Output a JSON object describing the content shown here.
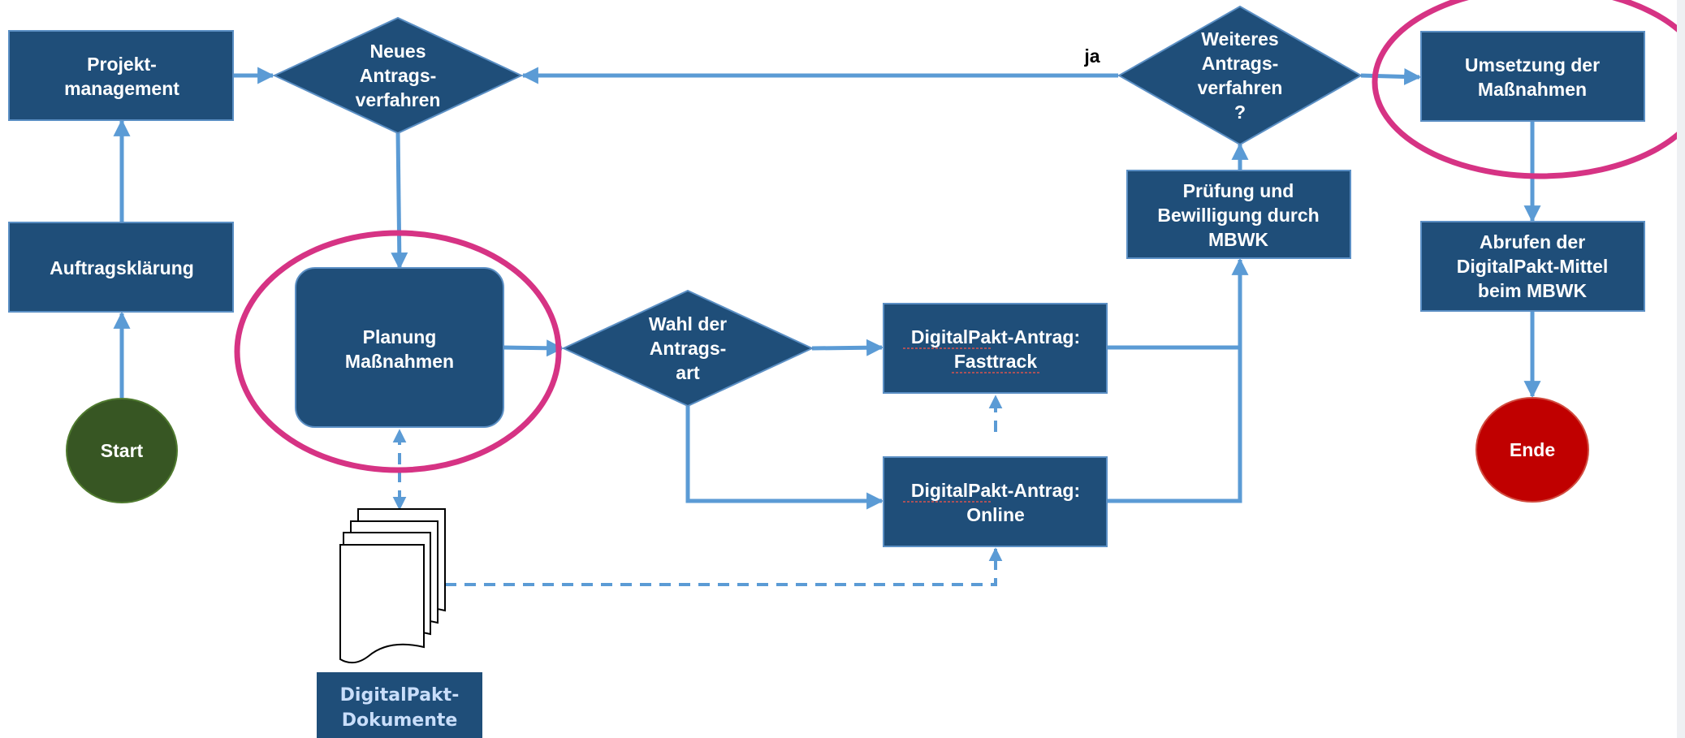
{
  "diagram": {
    "nodes": {
      "projektmanagement": [
        "Projekt-",
        "management"
      ],
      "auftragsklaerung": [
        "Auftragsklärung"
      ],
      "start": [
        "Start"
      ],
      "neues_antragsverfahren": [
        "Neues",
        "Antrags-",
        "verfahren"
      ],
      "planung_massnahmen": [
        "Planung",
        "Maßnahmen"
      ],
      "wahl_antragsart": [
        "Wahl der",
        "Antrags-",
        "art"
      ],
      "antrag_fasttrack": [
        "DigitalPakt-Antrag:",
        "Fasttrack"
      ],
      "antrag_online": [
        "DigitalPakt-Antrag:",
        "Online"
      ],
      "pruefung_bewilligung": [
        "Prüfung und",
        "Bewilligung durch",
        "MBWK"
      ],
      "weiteres_antragsverfahren": [
        "Weiteres",
        "Antrags-",
        "verfahren",
        "?"
      ],
      "umsetzung_massnahmen": [
        "Umsetzung der",
        "Maßnahmen"
      ],
      "abrufen_mittel": [
        "Abrufen der",
        "DigitalPakt-Mittel",
        "beim MBWK"
      ],
      "ende": [
        "Ende"
      ],
      "digitalpakt_dokumente": [
        "DigitalPakt-",
        "Dokumente"
      ]
    },
    "edge_labels": {
      "ja": "ja"
    },
    "colors": {
      "node_fill": "#1f4e79",
      "node_border": "#5b8fc4",
      "edge": "#5b9bd5",
      "highlight": "#d63384",
      "start_fill": "#375623",
      "end_fill": "#c00000"
    }
  }
}
